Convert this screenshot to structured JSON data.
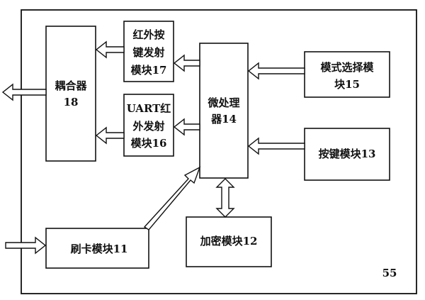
{
  "diagram": {
    "frame_label": "55",
    "coupler": {
      "line1": "耦合器",
      "line2": "18"
    },
    "ir_key_tx": {
      "line1": "红外按",
      "line2": "键发射",
      "line3": "模块17"
    },
    "uart_ir_tx": {
      "line1": "UART红",
      "line2": "外发射",
      "line3": "模块16"
    },
    "microprocessor": {
      "line1": "微处理",
      "line2": "器14"
    },
    "mode_select": {
      "line1": "模式选择模",
      "line2": "块15"
    },
    "key_module": {
      "line1": "按键模块13"
    },
    "card_module": {
      "line1": "刷卡模块11"
    },
    "encrypt_module": {
      "line1": "加密模块12"
    }
  }
}
